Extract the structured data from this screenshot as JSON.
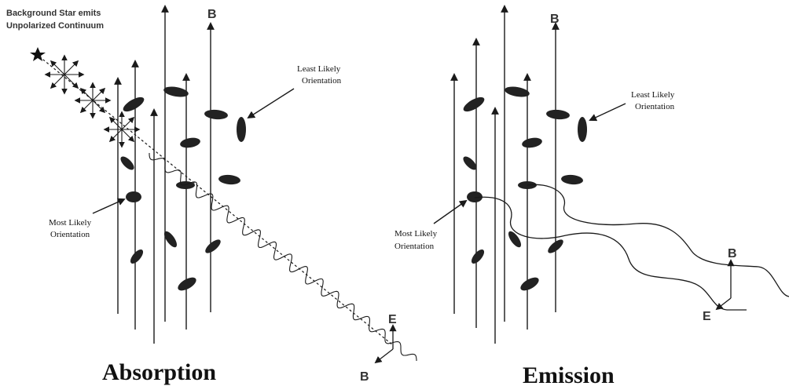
{
  "absorption": {
    "title": "Absorption",
    "source_label_line1": "Background Star emits",
    "source_label_line2": "Unpolarized Continuum",
    "field_label": "B",
    "least_likely_line1": "Least Likely",
    "least_likely_line2": "Orientation",
    "most_likely_line1": "Most Likely",
    "most_likely_line2": "Orientation",
    "vector_e": "E",
    "vector_b": "B"
  },
  "emission": {
    "title": "Emission",
    "field_label": "B",
    "least_likely_line1": "Least Likely",
    "least_likely_line2": "Orientation",
    "most_likely_line1": "Most Likely",
    "most_likely_line2": "Orientation",
    "vector_b": "B",
    "vector_e": "E"
  },
  "colors": {
    "ink": "#1a1a1a",
    "grain": "#222222",
    "background": "#ffffff"
  }
}
